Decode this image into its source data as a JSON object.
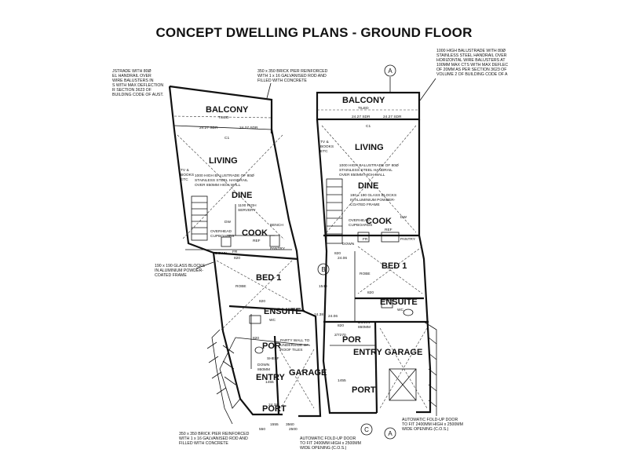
{
  "title": "CONCEPT DWELLING PLANS - GROUND FLOOR",
  "notes": {
    "left_top": [
      "JSTRADE WITH 80Ø",
      "EL HANDRAIL OVER",
      "WIRE BALUSTERS IN",
      "S WITH MAX DEFLECTION",
      "R SECTION 3623 OF",
      "BUILDING CODE OF AUST."
    ],
    "pier_top": [
      "350 x 350 BRICK PIER REINFORCED",
      "WITH 1 x 16 GALVANISED ROD AND",
      "FILLED WITH CONCRETE"
    ],
    "right_top": [
      "1000 HIGH BALUSTRADE WITH 80Ø",
      "STAINLESS STEEL HANDRAIL OVER",
      "HORIZONTAL WIRE BALUSTERS AT",
      "100MM MAX CTS WITH MAX DEFLEC",
      "OF 20MM AS PER SECTION 3623 OF",
      "VOLUME 2 OF BUILDING CODE OF A"
    ],
    "glass_left": [
      "190 x 190 GLASS BLOCKS",
      "IN ALUMINIUM POWDER-",
      "COATED FRAME"
    ],
    "pier_bottom": [
      "350 x 350 BRICK PIER REINFORCED",
      "WITH 1 x 16 GALVANISED ROD AND",
      "FILLED WITH CONCRETE"
    ],
    "door_bottom": [
      "AUTOMATIC FOLD-UP DOOR",
      "TO FIT 2400MM HIGH x 2500MM",
      "WIDE OPENING (C.O.S.)"
    ],
    "door_right": [
      "AUTOMATIC FOLD-UP DOOR",
      "TO FIT 2400MM HIGH x 2500MM",
      "WIDE OPENING (C.O.S.)"
    ]
  },
  "left_unit": {
    "balcony": "BALCONY",
    "tiled": "TILED",
    "sdr": "24.27 SDR",
    "c1": "C1",
    "living": "LIVING",
    "tv": [
      "TV &",
      "BOOKS",
      "ETC"
    ],
    "balustrade": [
      "1000 HIGH BALUSTRADE OF 80Ø",
      "STAINLESS STEEL HANDRAIL",
      "OVER 850MM HIGH WALL"
    ],
    "dine": "DINE",
    "servery": [
      "1100 HIGH",
      "SERVERY"
    ],
    "cook": "COOK",
    "overhead": [
      "OVERHEAD",
      "CUPBOARDS"
    ],
    "bench": "BENCH",
    "pantry": "PANTRY",
    "dw": "DW",
    "ref": "REF",
    "fr": "FR",
    "down": "DOWN",
    "bed": "BED 1",
    "robe": "ROBE",
    "ensuite": "ENSUITE",
    "wc": "WC",
    "party_wall": [
      "PARTY WALL TO",
      "UNDERSIDE OF",
      "ROOF TILES"
    ],
    "por": "POR",
    "shelf": "SHELF",
    "entry": "ENTRY",
    "garage": "GARAGE",
    "port": "PORT",
    "down_bottom": [
      "DOWN",
      "860MM"
    ],
    "dims": [
      "820",
      "820",
      "820",
      "1455",
      "2500",
      "550",
      "1555",
      "3560",
      "24.38",
      "24.38"
    ]
  },
  "right_unit": {
    "balcony": "BALCONY",
    "tiled": "TILED",
    "sdr": "24.27 SDR",
    "c1": "C1",
    "living": "LIVING",
    "tv": [
      "TV &",
      "BOOKS",
      "ETC"
    ],
    "balustrade": [
      "1000 HIGH BALUSTRADE OF 80Ø",
      "STAINLESS STEEL HANDRAIL",
      "OVER 850MM HIGH WALL"
    ],
    "dine": "DINE",
    "glass": [
      "190 x 190 GLASS BLOCKS",
      "IN ALUMINIUM POWDER-",
      "COATED FRAME"
    ],
    "cook": "COOK",
    "overhead": [
      "OVERHEAD",
      "CUPBOARDS"
    ],
    "pantry": "PANTRY",
    "dw": "DW",
    "ref": "REF",
    "fr": "FR",
    "down": "DOWN",
    "bed": "BED 1",
    "robe": "ROBE",
    "ensuite": "ENSUITE",
    "wc": "WC",
    "por": "POR",
    "entry": "ENTRY",
    "garage": "GARAGE",
    "port": "PORT",
    "down_mid": [
      "DOWN",
      "860MM"
    ],
    "dims": [
      "820",
      "820",
      "820",
      "1540",
      "1455",
      "24.06",
      "24.06",
      "2/7270"
    ]
  },
  "markers": {
    "a_top": "A",
    "a_bottom": "A",
    "b": "B",
    "c": "C"
  }
}
